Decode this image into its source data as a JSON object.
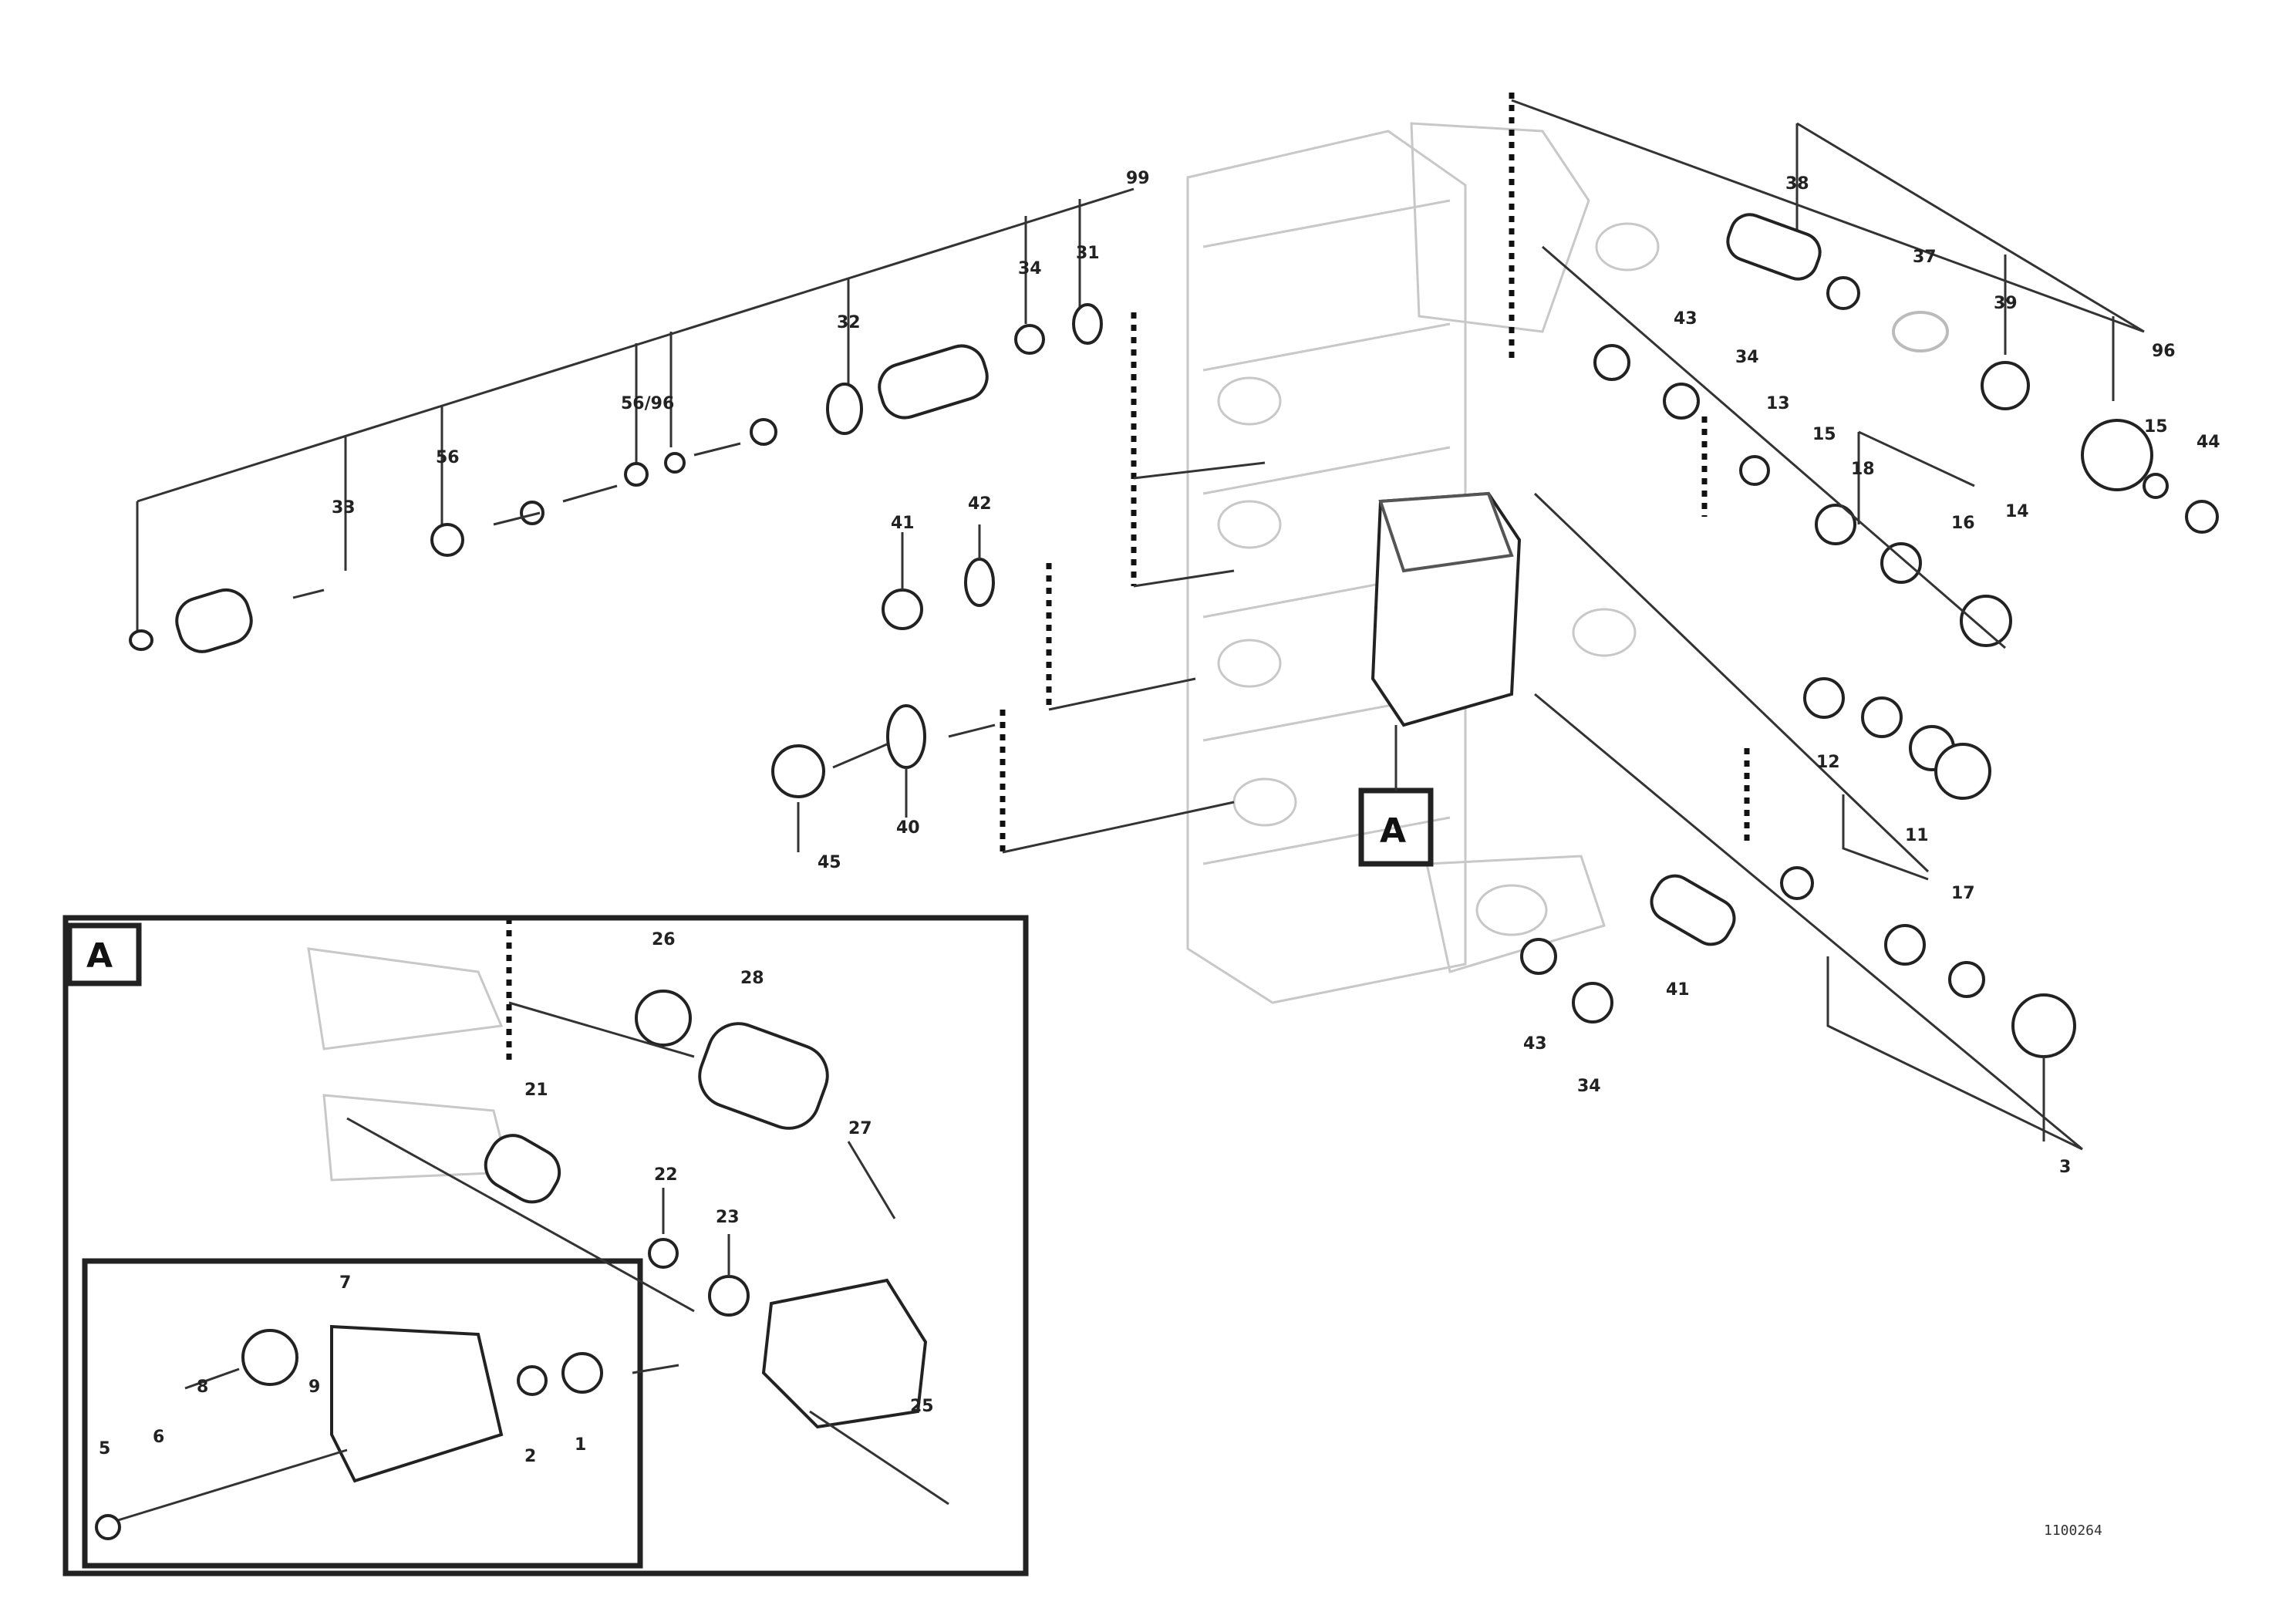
{
  "diagram": {
    "detail_marker": "A",
    "ref_code": "1100264",
    "labels": {
      "l99": "99",
      "l31": "31",
      "l34a": "34",
      "l32a": "32",
      "l56": "56",
      "l56_96": "56/96",
      "l33": "33",
      "l41a": "41",
      "l42": "42",
      "l45": "45",
      "l40": "40",
      "l38": "38",
      "l37": "37",
      "l39": "39",
      "l96a": "96",
      "l43a": "43",
      "l34b": "34",
      "l13": "13",
      "l15": "15",
      "l18": "18",
      "l15b": "15",
      "l44": "44",
      "l16": "16",
      "l14": "14",
      "l12": "12",
      "l11": "11",
      "l17": "17",
      "l3": "3",
      "l43b": "43",
      "l34c": "34",
      "l41b": "41",
      "l26": "26",
      "l28": "28",
      "l21": "21",
      "l27": "27",
      "l22": "22",
      "l23": "23",
      "l5": "5",
      "l6": "6",
      "l7": "7",
      "l8": "8",
      "l9": "9",
      "l2": "2",
      "l1": "1",
      "l25": "25"
    }
  }
}
